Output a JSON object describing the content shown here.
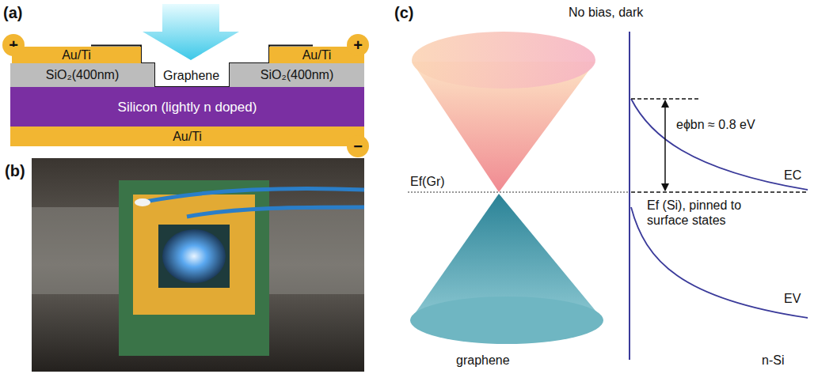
{
  "diagram": {
    "nodes": [
      {
        "text": [
          "+"
        ]
      },
      {
        "text": [
          "Au/Ti"
        ]
      },
      {
        "text": [
          "Au/Ti"
        ]
      },
      {
        "text": [
          "+"
        ]
      },
      {
        "text": [
          "SiO₂(400nm)"
        ]
      },
      {
        "text": [
          "SiO₂(400nm)"
        ]
      },
      {
        "text": [
          "Silicon (lightly n doped)"
        ]
      },
      {
        "text": [
          "Au/Ti"
        ]
      },
      {
        "text": [
          "−"
        ]
      }
    ],
    "labels": [
      "(a)",
      "Graphene",
      "(b)",
      "(c)",
      "No bias, dark",
      "Ef(Gr)",
      "eϕbn ≈ 0.8 eV",
      "EC",
      "Ef (Si), pinned to surface states",
      "EV",
      "graphene",
      "n-Si"
    ]
  }
}
